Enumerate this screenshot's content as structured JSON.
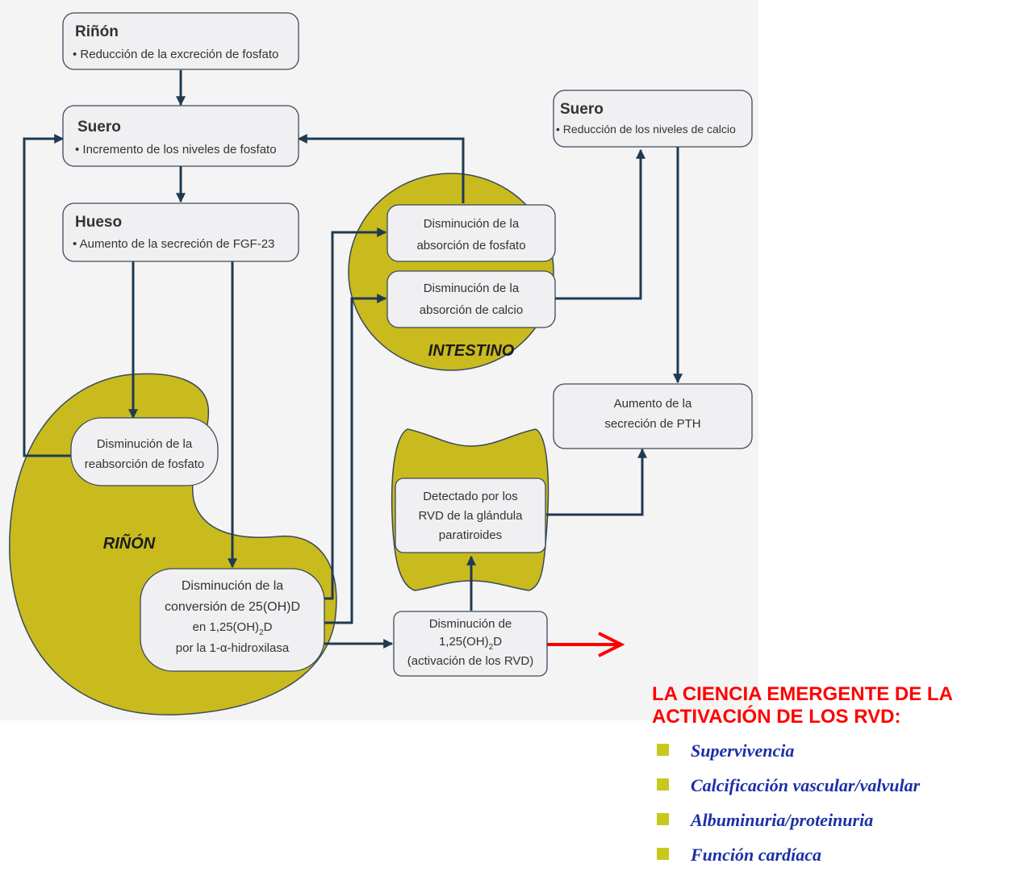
{
  "boxes": {
    "rinon_top": {
      "title": "Riñón",
      "text": "• Reducción de la excreción de fosfato"
    },
    "suero_left": {
      "title": "Suero",
      "text": "• Incremento de los niveles de fosfato"
    },
    "hueso": {
      "title": "Hueso",
      "text": "• Aumento de la secreción de FGF-23"
    },
    "suero_right": {
      "title": "Suero",
      "text": "• Reducción de los niveles de calcio"
    },
    "abs_fosfato": {
      "line1": "Disminución de la",
      "line2": "absorción de fosfato"
    },
    "abs_calcio": {
      "line1": "Disminución de la",
      "line2": "absorción de calcio"
    },
    "reabsorcion": {
      "line1": "Disminución de la",
      "line2": "reabsorción de fosfato"
    },
    "pth": {
      "line1": "Aumento de la",
      "line2": "secreción de PTH"
    },
    "rvd_glandula": {
      "line1": "Detectado por los",
      "line2": "RVD de la glándula",
      "line3": "paratiroides"
    },
    "conversion": {
      "line1": "Disminución de la",
      "line2": "conversión de 25(OH)D",
      "line3a": "en 1,25(OH)",
      "line3sub": "2",
      "line3b": "D",
      "line4a": "por la 1-",
      "line4alpha": "α",
      "line4b": "-hidroxilasa"
    },
    "dism_125": {
      "line1": "Disminución de",
      "line2a": "1,25(OH)",
      "line2sub": "2",
      "line2b": "D",
      "line3": "(activación de los RVD)"
    }
  },
  "organs": {
    "intestino": "INTESTINO",
    "rinon": "RIÑÓN"
  },
  "emergent": {
    "title": "LA CIENCIA EMERGENTE DE LA ACTIVACIÓN DE LOS RVD:",
    "items": [
      "Supervivencia",
      "Calcificación vascular/valvular",
      "Albuminuria/proteinuria",
      "Función cardíaca"
    ]
  },
  "colors": {
    "organ": "#c9ba1e",
    "box": "#f0f0f2",
    "arrow": "#1f3a52",
    "emphasis_arrow": "#ff0000",
    "title_text": "#ff0000",
    "item_text": "#1b2fa8",
    "bullet": "#c8c81e"
  }
}
